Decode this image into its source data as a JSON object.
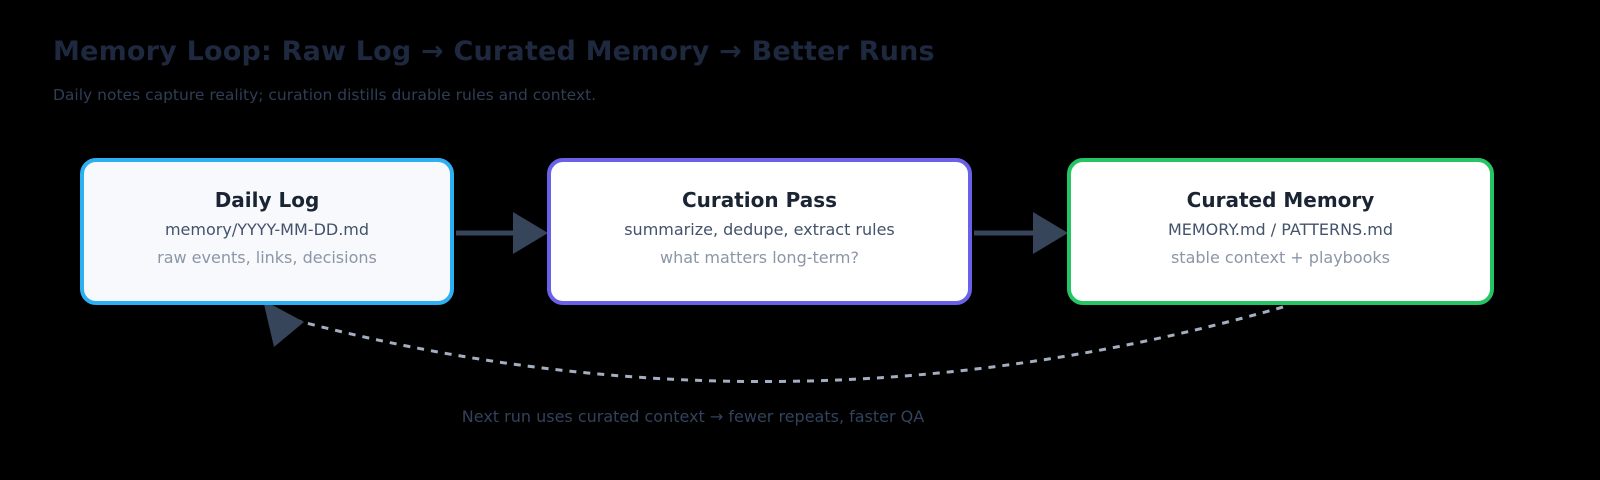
{
  "title": "Memory Loop: Raw Log → Curated Memory → Better Runs",
  "subtitle": "Daily notes capture reality; curation distills durable rules and context.",
  "boxes": [
    {
      "title": "Daily Log",
      "line1": "memory/YYYY-MM-DD.md",
      "line2": "raw events, links, decisions",
      "border_color": "#2cb0f2"
    },
    {
      "title": "Curation Pass",
      "line1": "summarize, dedupe, extract rules",
      "line2": "what matters long-term?",
      "border_color": "#6a61e9"
    },
    {
      "title": "Curated Memory",
      "line1": "MEMORY.md / PATTERNS.md",
      "line2": "stable context + playbooks",
      "border_color": "#25c564"
    }
  ],
  "feedback_caption": "Next run uses curated context → fewer repeats, faster QA",
  "colors": {
    "background": "#000000",
    "title_text": "#1e2940",
    "subtitle_text": "#2f3e55",
    "card_title_text": "#1a2433",
    "card_primary_text": "#44526b",
    "card_secondary_text": "#8b96a7",
    "arrow": "#36455a",
    "dashed_loop": "#a3aec0",
    "caption_text": "#33425c",
    "daily_log_border": "#2cb0f2",
    "curation_pass_border": "#6a61e9",
    "curated_memory_border": "#25c564"
  }
}
